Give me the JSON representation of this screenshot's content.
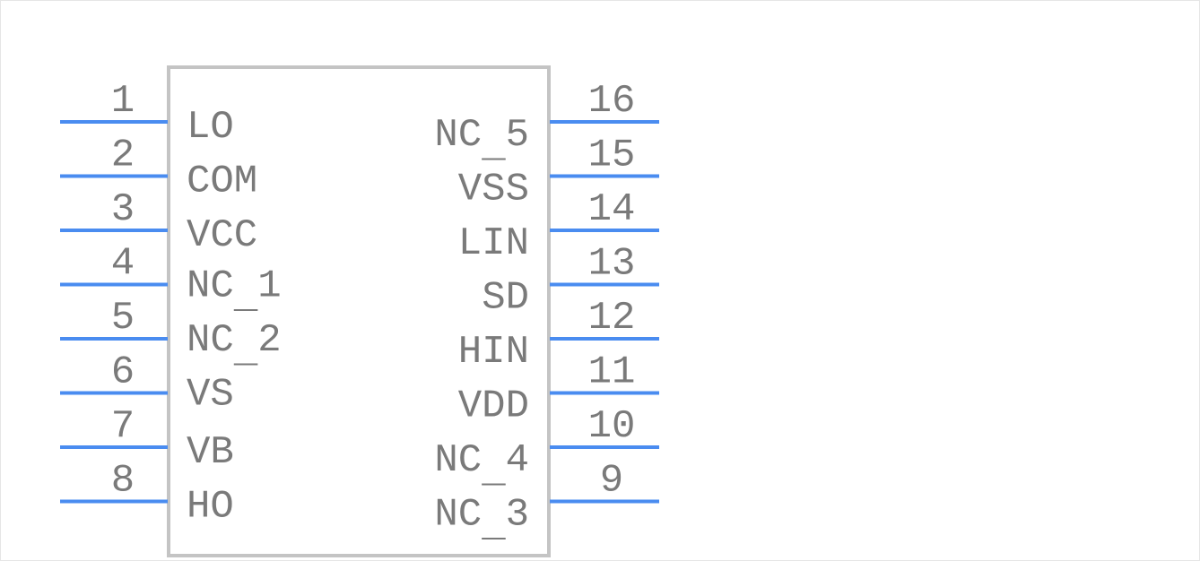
{
  "component": {
    "left_pins": [
      {
        "number": "1",
        "name": "LO"
      },
      {
        "number": "2",
        "name": "COM"
      },
      {
        "number": "3",
        "name": "VCC"
      },
      {
        "number": "4",
        "name": "NC_1"
      },
      {
        "number": "5",
        "name": "NC_2"
      },
      {
        "number": "6",
        "name": "VS"
      },
      {
        "number": "7",
        "name": "VB"
      },
      {
        "number": "8",
        "name": "HO"
      }
    ],
    "right_pins": [
      {
        "number": "16",
        "name": "NC_5"
      },
      {
        "number": "15",
        "name": "VSS"
      },
      {
        "number": "14",
        "name": "LIN"
      },
      {
        "number": "13",
        "name": "SD"
      },
      {
        "number": "12",
        "name": "HIN"
      },
      {
        "number": "11",
        "name": "VDD"
      },
      {
        "number": "10",
        "name": "NC_4"
      },
      {
        "number": "9",
        "name": "NC_3"
      }
    ]
  },
  "colors": {
    "pin_line": "#4a8cf0",
    "body_outline": "#c4c4c4",
    "text": "#7a7a7a"
  }
}
